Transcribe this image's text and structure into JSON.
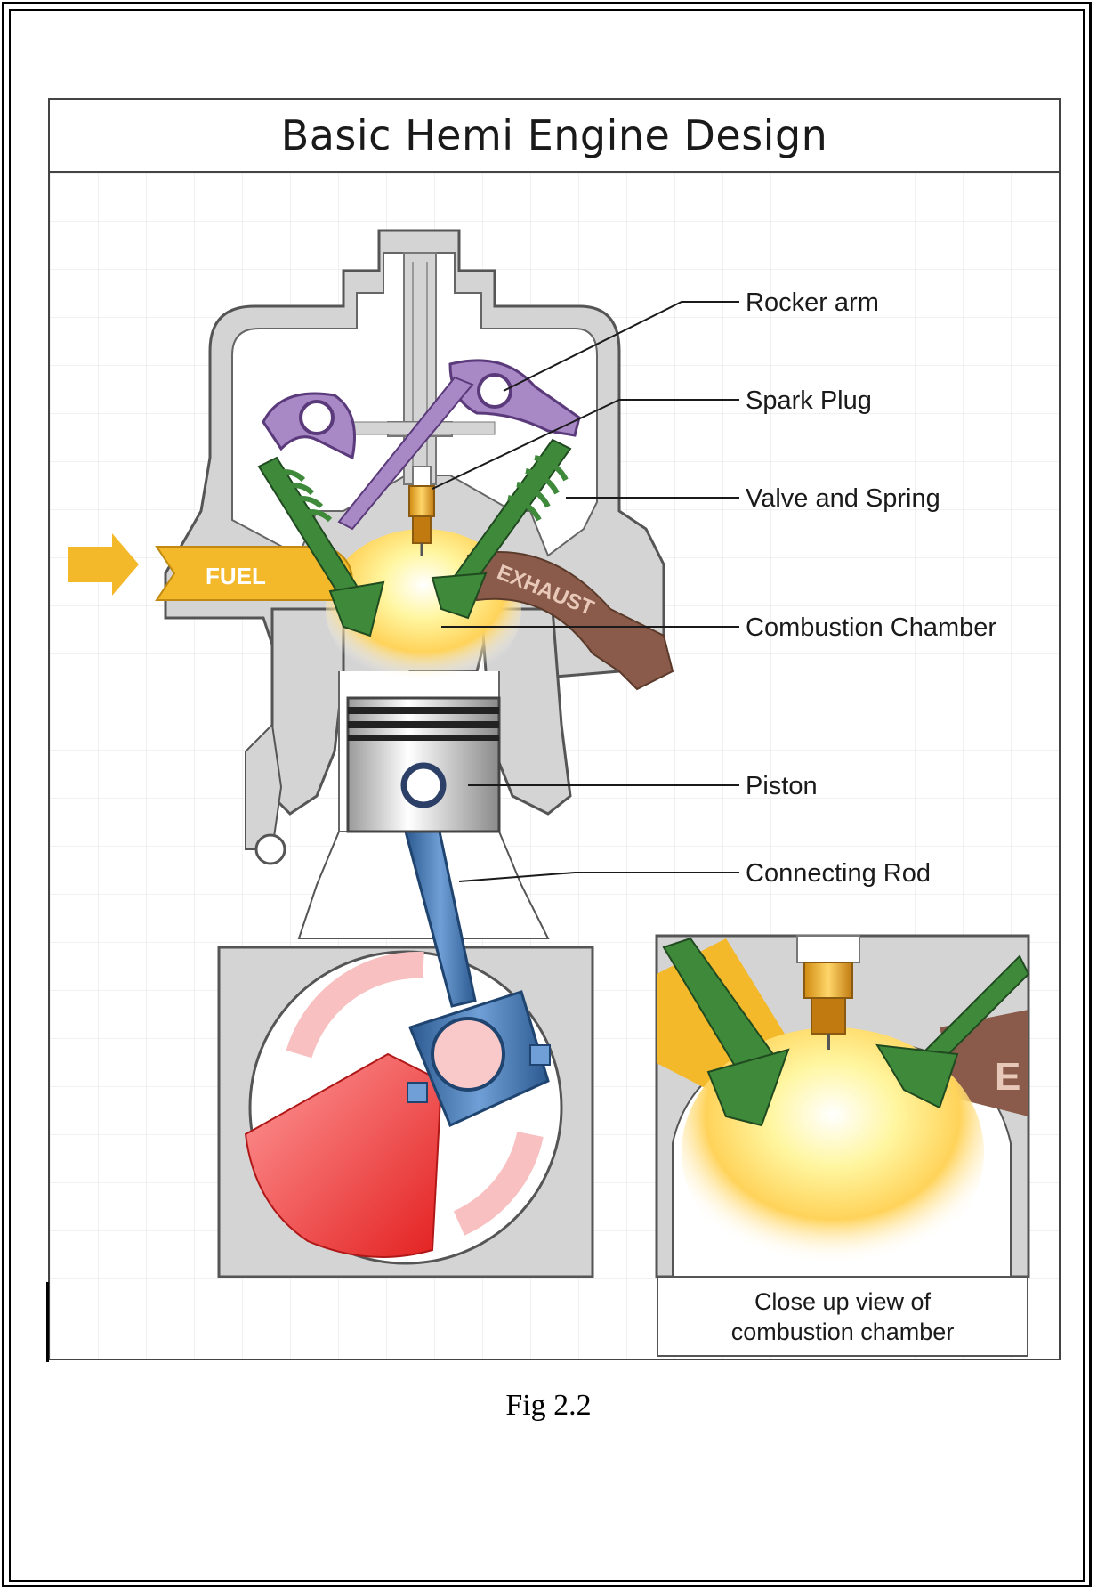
{
  "figure": {
    "title": "Basic Hemi Engine Design",
    "caption": "Fig 2.2"
  },
  "labels": {
    "rocker_arm": "Rocker arm",
    "spark_plug": "Spark Plug",
    "valve_and_spring": "Valve and Spring",
    "combustion_chamber": "Combustion Chamber",
    "piston": "Piston",
    "connecting_rod": "Connecting Rod"
  },
  "flow_labels": {
    "fuel": "FUEL",
    "exhaust": "EXHAUST",
    "inset_exhaust_fragment": "E"
  },
  "inset": {
    "caption_line1": "Close up view of",
    "caption_line2": "combustion chamber"
  },
  "colors": {
    "engine_block": "#d4d4d4",
    "fuel": "#f3b92b",
    "exhaust": "#8a5a4a",
    "valve_green": "#3e8a3a",
    "rocker_purple": "#a889c6",
    "rod_blue": "#3d6fa8",
    "crank_red": "#ea3a3a"
  }
}
